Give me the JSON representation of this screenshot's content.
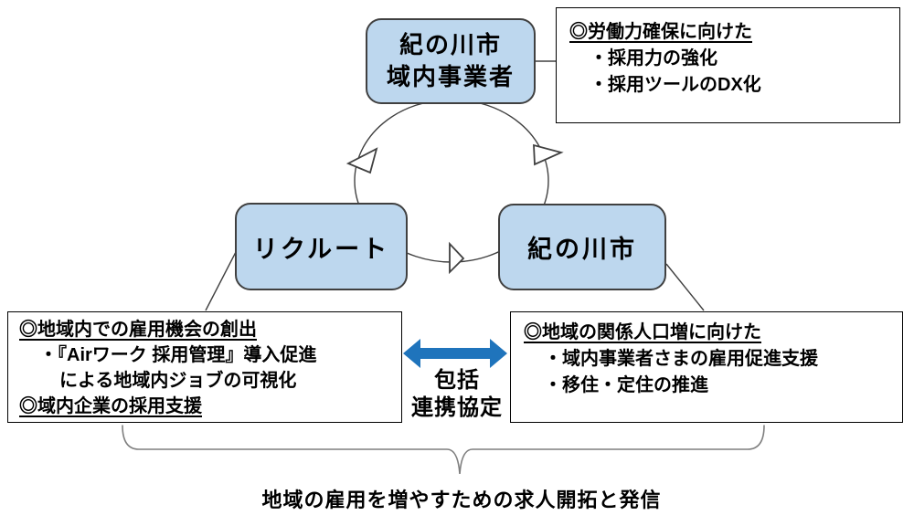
{
  "colors": {
    "node_fill": "#BDD7EE",
    "node_border": "#404040",
    "cycle_line": "#404040",
    "connector_line": "#404040",
    "callout_border": "#000000",
    "partnership_arrow_blue": "#1F74BC",
    "brace_gray": "#7F7F7F",
    "text": "#000000"
  },
  "nodes": {
    "top_business": {
      "line1": "紀の川市",
      "line2": "域内事業者"
    },
    "recruit": {
      "label": "リクルート"
    },
    "city": {
      "label": "紀の川市"
    }
  },
  "callouts": {
    "labor": {
      "heading": "◎労働力確保に向けた",
      "items": [
        "・採用力の強化",
        "・採用ツールのDX化"
      ]
    },
    "recruit_role": {
      "heading1": "◎地域内での雇用機会の創出",
      "item1": "・『Airワーク 採用管理』導入促進",
      "item2": "による地域内ジョブの可視化",
      "heading2": "◎域内企業の採用支援"
    },
    "city_role": {
      "heading": "◎地域の関係人口増に向けた",
      "items": [
        "・域内事業者さまの雇用促進支援",
        "・移住・定住の推進"
      ]
    }
  },
  "partnership": {
    "line1": "包括",
    "line2": "連携協定"
  },
  "caption": "地域の雇用を増やすための求人開拓と発信"
}
